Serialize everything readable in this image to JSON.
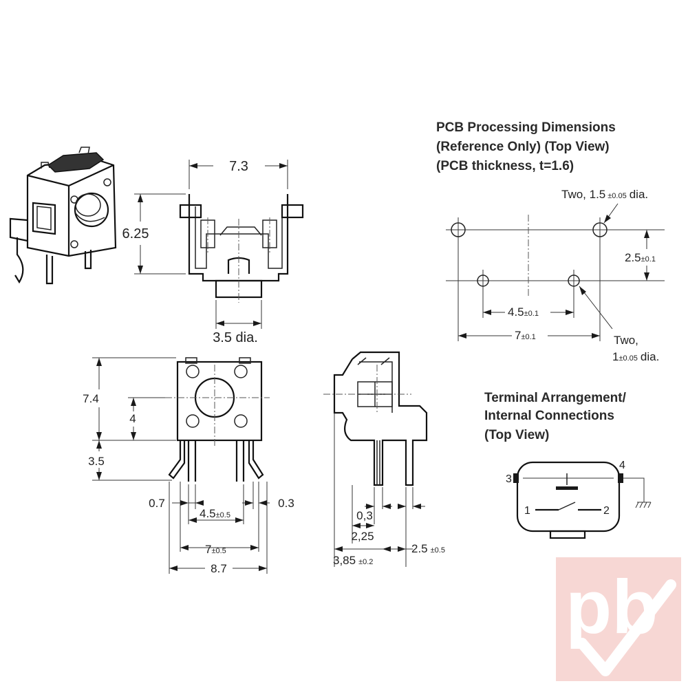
{
  "pcb": {
    "heading": [
      "PCB Processing Dimensions",
      "(Reference Only) (Top View)",
      "(PCB thickness, t=1.6)"
    ],
    "large_holes_note": {
      "prefix": "Two, 1.5",
      "tol": "±0.05",
      "suffix": "dia."
    },
    "pitch_v": {
      "val": "2.5",
      "tol": "±0.1"
    },
    "pitch_inner": {
      "val": "4.5",
      "tol": "±0.1"
    },
    "pitch_outer": {
      "val": "7",
      "tol": "±0.1"
    },
    "small_holes_note": {
      "line1": "Two,",
      "prefix": "1",
      "tol": "±0.05",
      "suffix": "dia."
    }
  },
  "side_view": {
    "width": "7.3",
    "height": "6.25",
    "button_dia": "3.5 dia."
  },
  "front_view": {
    "height_total": "7.4",
    "height_inner": "4",
    "pin_len": "3.5",
    "pin_w_left": "0.7",
    "pin_w_right": "0.3",
    "pitch_inner": {
      "val": "4.5",
      "tol": "±0.5"
    },
    "pitch_outer": {
      "val": "7",
      "tol": "±0.5"
    },
    "width": "8.7"
  },
  "profile_view": {
    "pin_t": "0,3",
    "offset": "2,25",
    "depth": {
      "val": "3,85",
      "tol": "±0.2"
    },
    "pin_pitch": {
      "val": "2.5",
      "tol": "±0.5"
    }
  },
  "terminal": {
    "heading": [
      "Terminal Arrangement/",
      "Internal Connections",
      "(Top View)"
    ],
    "pins": [
      "1",
      "2",
      "3",
      "4"
    ]
  },
  "watermark": {
    "text": "pb"
  }
}
